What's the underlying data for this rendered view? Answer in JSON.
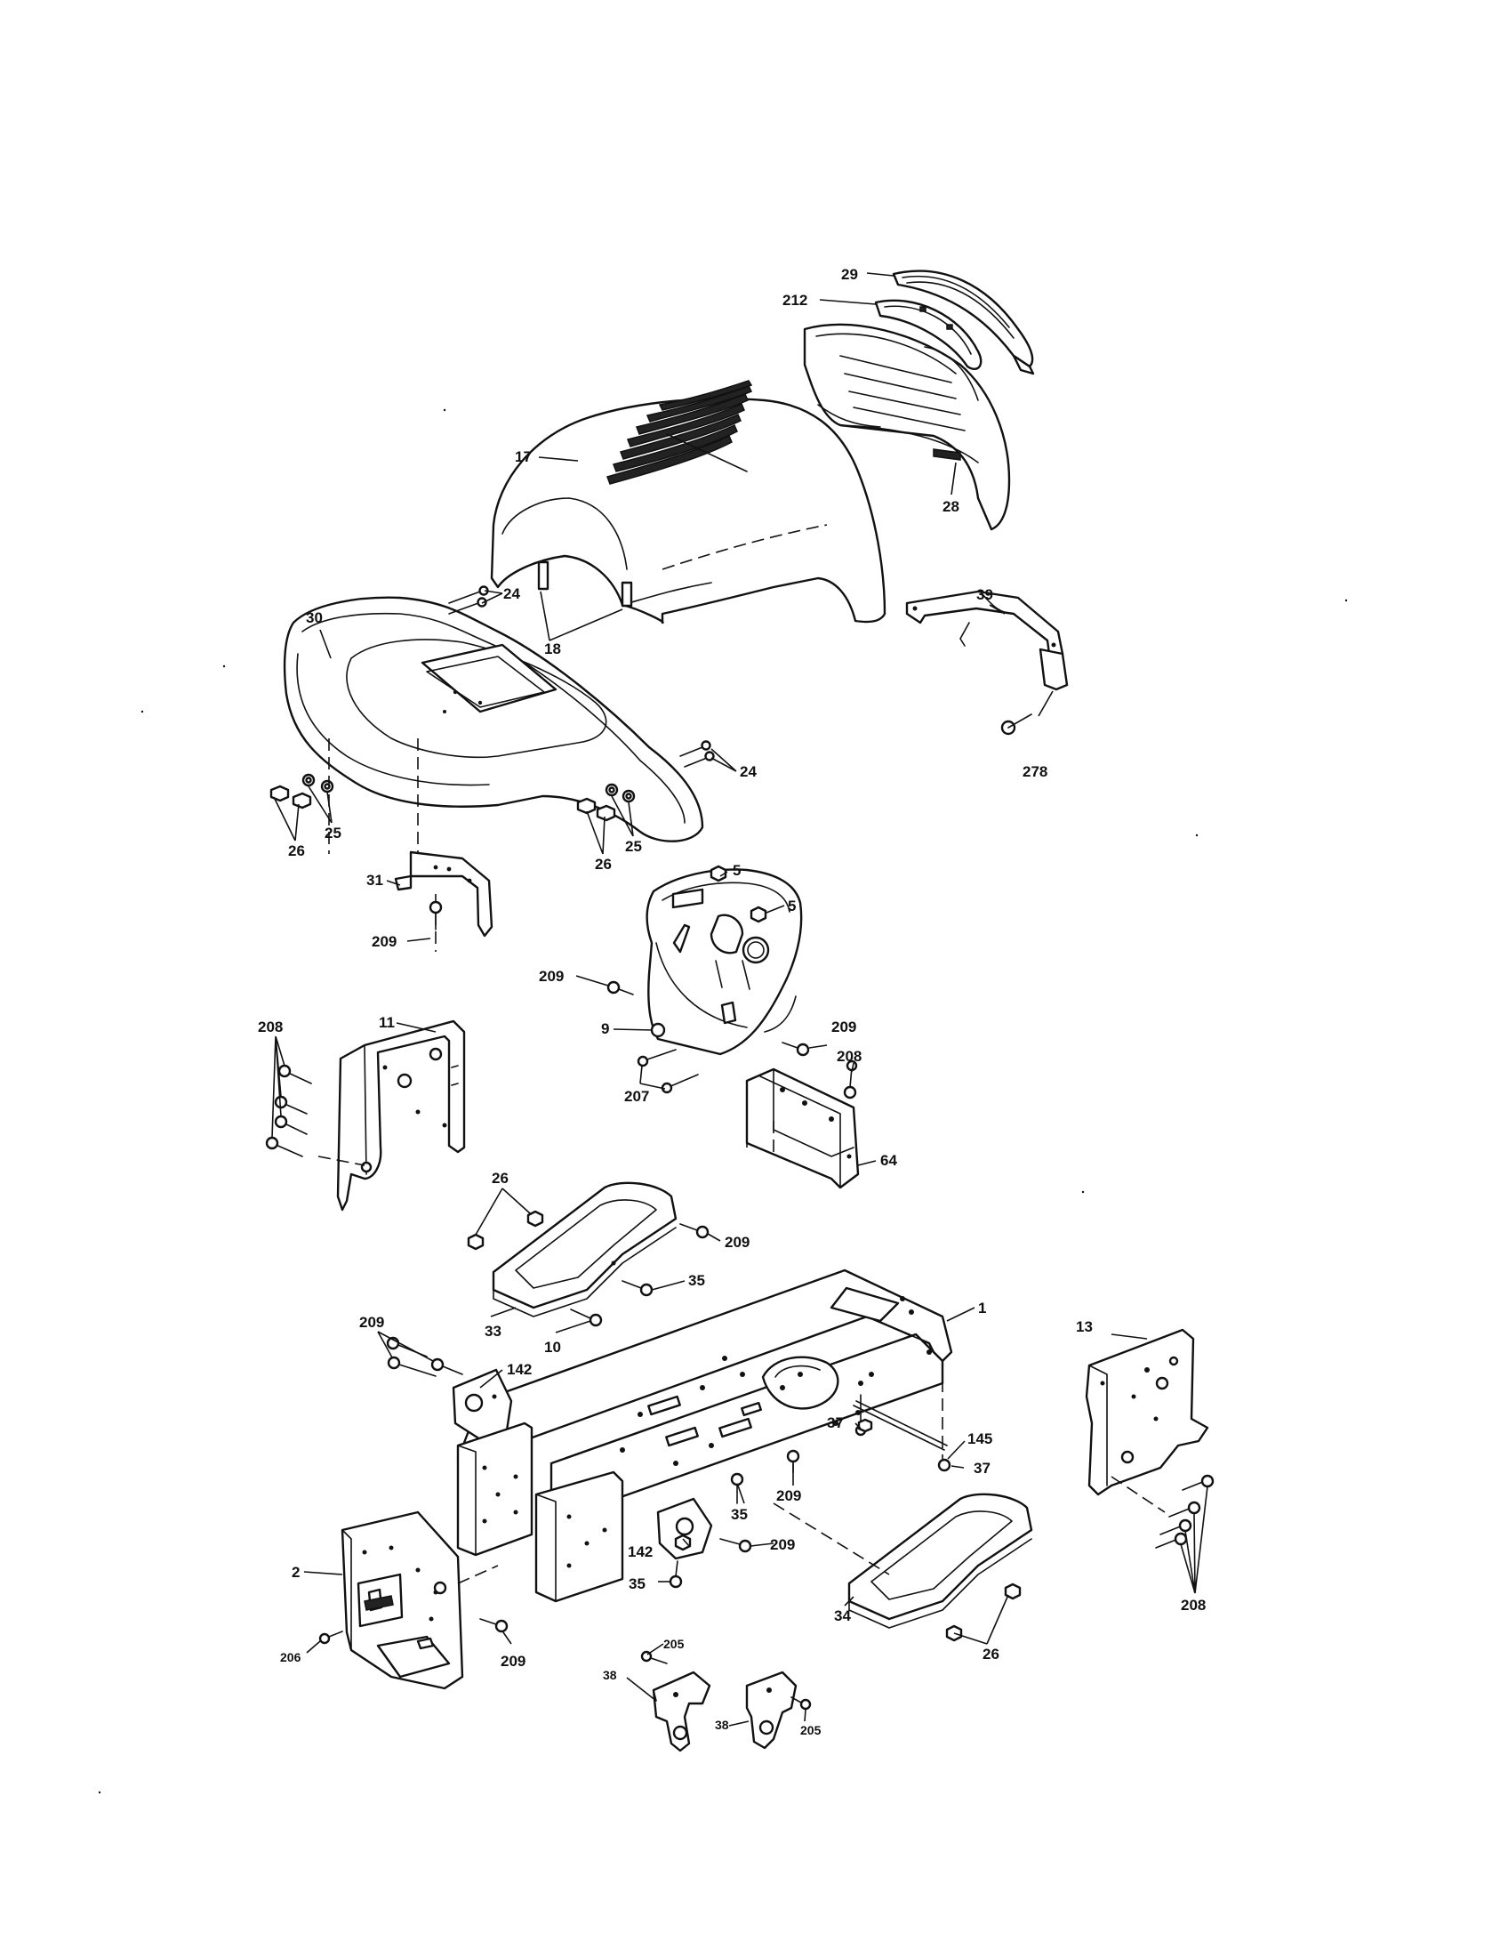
{
  "callouts": {
    "c1": "1",
    "c2": "2",
    "c5a": "5",
    "c5b": "5",
    "c9": "9",
    "c10": "10",
    "c11": "11",
    "c13": "13",
    "c17": "17",
    "c18": "18",
    "c24a": "24",
    "c24b": "24",
    "c25a": "25",
    "c25b": "25",
    "c26a": "26",
    "c26b": "26",
    "c26c": "26",
    "c26d": "26",
    "c28": "28",
    "c29": "29",
    "c30": "30",
    "c31": "31",
    "c33": "33",
    "c34": "34",
    "c35a": "35",
    "c35b": "35",
    "c35c": "35",
    "c37a": "37",
    "c37b": "37",
    "c38a": "38",
    "c38b": "38",
    "c39": "39",
    "c64": "64",
    "c142a": "142",
    "c142b": "142",
    "c145": "145",
    "c205a": "205",
    "c205b": "205",
    "c206": "206",
    "c207": "207",
    "c208a": "208",
    "c208b": "208",
    "c208c": "208",
    "c209a": "209",
    "c209b": "209",
    "c209c": "209",
    "c209d": "209",
    "c209e": "209",
    "c209f": "209",
    "c209g": "209",
    "c209h": "209",
    "c212": "212",
    "c278": "278"
  }
}
